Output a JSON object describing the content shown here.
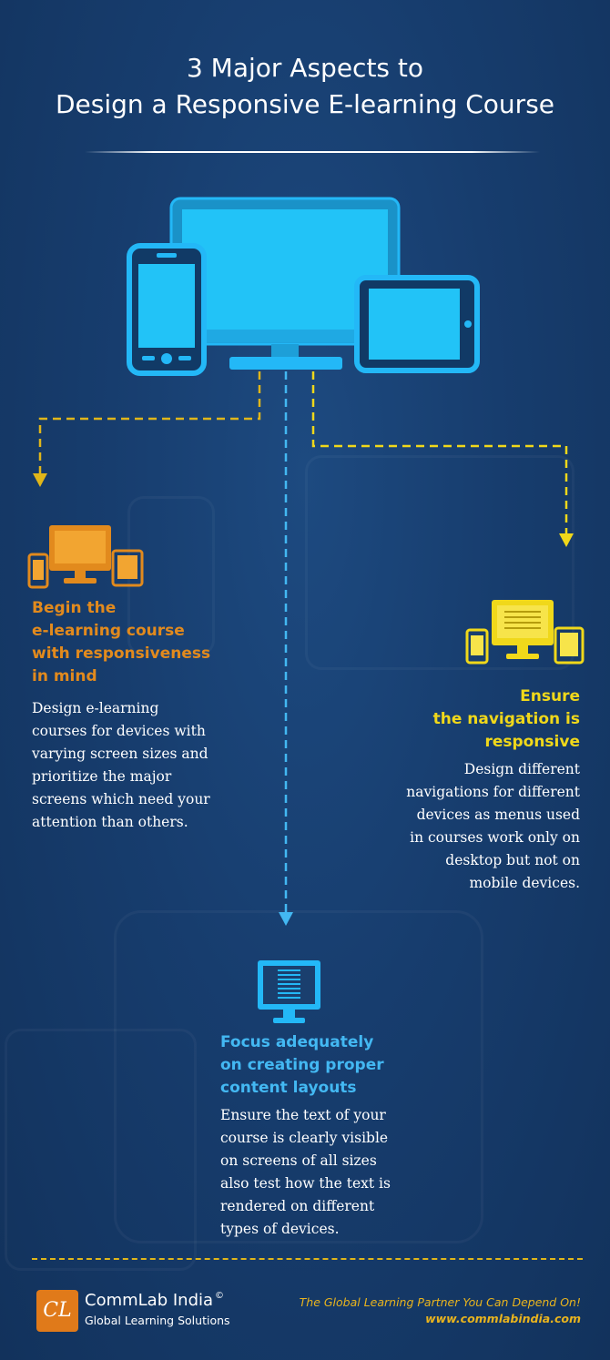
{
  "title": {
    "line1": "3 Major Aspects to",
    "line2": "Design a Responsive E-learning Course"
  },
  "colors": {
    "background": "#173d6e",
    "device_blue": "#23b8f7",
    "orange": "#e28a1d",
    "yellow": "#f0d81a",
    "light_blue": "#43b8f2"
  },
  "icons": [
    "responsive-devices-icon",
    "orange-devices-icon",
    "yellow-devices-icon",
    "content-monitor-icon",
    "commlab-logo-icon"
  ],
  "aspect1": {
    "heading": [
      "Begin the",
      "e-learning course",
      "with responsiveness",
      "in mind"
    ],
    "body": [
      "Design e-learning",
      "courses for devices with",
      "varying screen sizes and",
      "prioritize the major",
      "screens which need your",
      "attention than others."
    ]
  },
  "aspect2": {
    "heading": [
      "Ensure",
      "the navigation is",
      "responsive"
    ],
    "body": [
      "Design different",
      "navigations for different",
      "devices as menus used",
      "in courses work only on",
      "desktop but not on",
      "mobile devices."
    ]
  },
  "aspect3": {
    "heading": [
      "Focus adequately",
      "on creating proper",
      "content layouts"
    ],
    "body": [
      "Ensure the text of your",
      "course is clearly visible",
      "on screens of all sizes",
      "also test how the text is",
      "rendered on different",
      "types of devices."
    ]
  },
  "footer": {
    "brand": "CommLab India",
    "copyright": "©",
    "brand_sub": "Global Learning Solutions",
    "logo_text": "CL",
    "tagline": "The Global Learning Partner You Can Depend On!",
    "url": "www.commlabindia.com"
  }
}
